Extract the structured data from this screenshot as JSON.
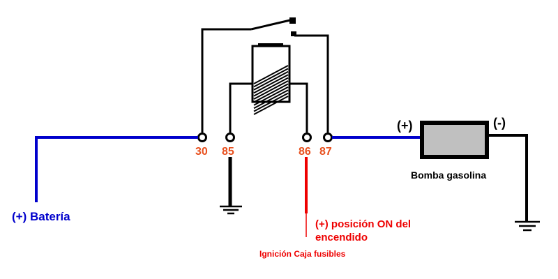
{
  "diagram": {
    "title": "Relay wiring diagram - fuel pump",
    "colors": {
      "battery_wire": "#0000cc",
      "ignition_wire": "#ee0000",
      "terminal_label": "#e8501e",
      "ground_wire": "#000000",
      "pump_fill": "#c0c0c0",
      "relay_line": "#000000"
    },
    "relay": {
      "terminals": [
        {
          "id": "30",
          "label": "30"
        },
        {
          "id": "85",
          "label": "85"
        },
        {
          "id": "86",
          "label": "86"
        },
        {
          "id": "87",
          "label": "87"
        }
      ],
      "coil_icon": "relay-coil",
      "switch_icon": "relay-switch-contact"
    },
    "labels": {
      "battery": "(+) Batería",
      "pump_positive": "(+)",
      "pump_negative": "(-)",
      "pump": "Bomba gasolina",
      "ignition_line1": "(+) posición ON del",
      "ignition_line2": "encendido",
      "ignition_source": "Ignición Caja fusibles"
    },
    "grounds": [
      {
        "id": "ground-85",
        "icon": "ground-icon"
      },
      {
        "id": "ground-pump",
        "icon": "ground-icon"
      }
    ]
  }
}
